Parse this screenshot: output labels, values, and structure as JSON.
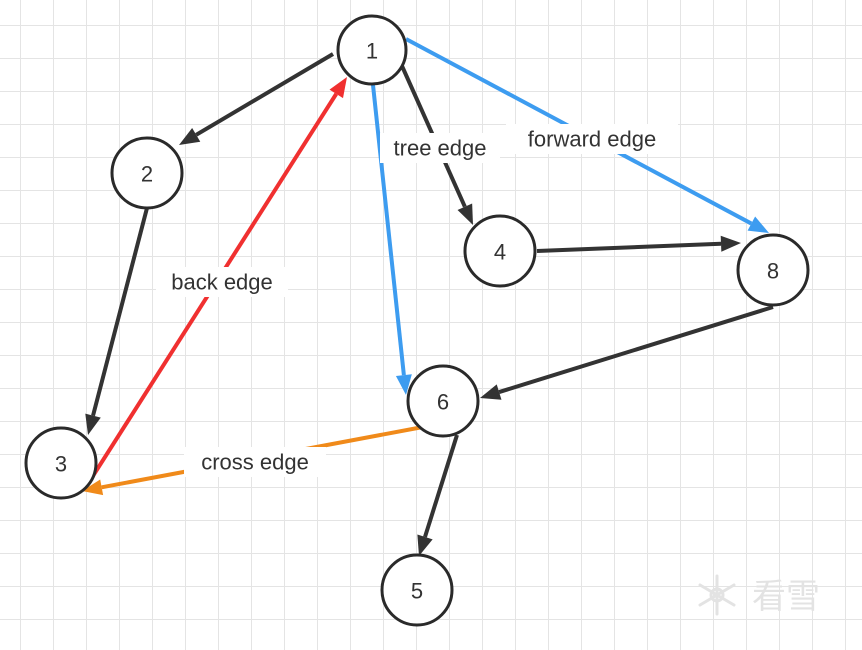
{
  "colors": {
    "tree": "#333333",
    "forward": "#3d9cf0",
    "back": "#f03030",
    "cross": "#f08a1a",
    "node_stroke": "#2a2a2a",
    "grid": "#e4e4e4"
  },
  "nodes": [
    {
      "id": "1",
      "label": "1"
    },
    {
      "id": "2",
      "label": "2"
    },
    {
      "id": "3",
      "label": "3"
    },
    {
      "id": "4",
      "label": "4"
    },
    {
      "id": "5",
      "label": "5"
    },
    {
      "id": "6",
      "label": "6"
    },
    {
      "id": "8",
      "label": "8"
    }
  ],
  "edges": [
    {
      "from": "1",
      "to": "2",
      "kind": "tree"
    },
    {
      "from": "2",
      "to": "3",
      "kind": "tree"
    },
    {
      "from": "1",
      "to": "4",
      "kind": "tree"
    },
    {
      "from": "4",
      "to": "8",
      "kind": "tree"
    },
    {
      "from": "8",
      "to": "6",
      "kind": "tree"
    },
    {
      "from": "6",
      "to": "5",
      "kind": "tree"
    },
    {
      "from": "1",
      "to": "8",
      "kind": "forward"
    },
    {
      "from": "1",
      "to": "6",
      "kind": "forward"
    },
    {
      "from": "3",
      "to": "1",
      "kind": "back"
    },
    {
      "from": "6",
      "to": "3",
      "kind": "cross"
    }
  ],
  "labels": {
    "tree_edge": "tree edge",
    "forward_edge": "forward edge",
    "back_edge": "back edge",
    "cross_edge": "cross edge"
  },
  "watermark": {
    "text": "看雪",
    "icon": "snowflake-icon"
  }
}
